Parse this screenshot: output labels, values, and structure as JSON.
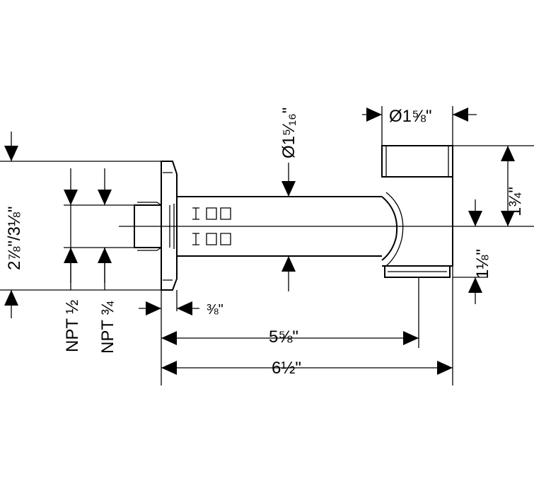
{
  "diagram": {
    "colors": {
      "line": "#000000",
      "background": "#ffffff"
    },
    "dimensions": {
      "outlet_diameter": "Ø1⅝\"",
      "pipe_diameter": "Ø1⁵⁄₁₆\"",
      "outlet_height": "1¾\"",
      "outlet_offset": "1⅛\"",
      "flange_height": "2⅞\"/3⅛\"",
      "thread_half": "NPT ½",
      "thread_three_quarter": "NPT ¾",
      "flange_thickness": "⅜\"",
      "reach_to_outlet": "5⅝\"",
      "overall_length": "6½\""
    }
  }
}
